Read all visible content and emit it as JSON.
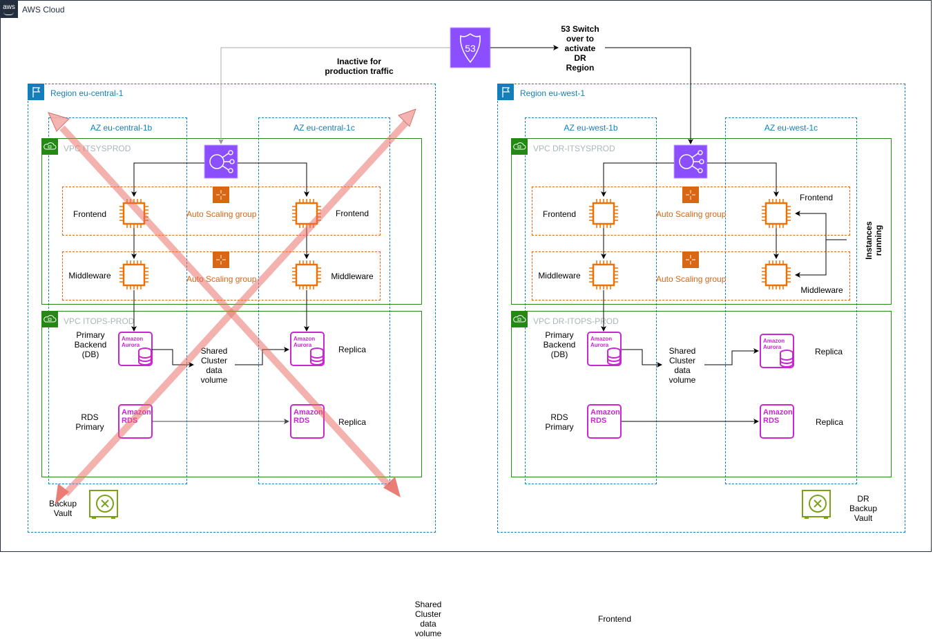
{
  "cloud": {
    "title": "AWS Cloud",
    "logo_text": "aws"
  },
  "route53": {
    "icon_text": "53",
    "switch_note": "53 Switch\nover to\nactivate\nDR\nRegion",
    "inactive_note": "Inactive for\nproduction traffic"
  },
  "regions": [
    {
      "label": "Region eu-central-1",
      "azs": [
        "AZ eu-central-1b",
        "AZ eu-central-1c"
      ],
      "vpc_app": "VPC ITSYSPROD",
      "vpc_db": "VPC ITOPS-PROD",
      "asg_label": "Auto Scaling group",
      "frontend_left": "Frontend",
      "frontend_right": "Frontend",
      "middleware_left": "Middleware",
      "middleware_right": "Middleware",
      "primary_backend": "Primary\nBackend\n(DB)",
      "shared_volume": "Shared\nCluster\ndata\nvolume",
      "aurora_replica": "Replica",
      "rds_primary": "RDS\nPrimary",
      "rds_replica": "Replica",
      "backup_vault": "Backup\nVault",
      "status": "inactive"
    },
    {
      "label": "Region eu-west-1",
      "azs": [
        "AZ eu-west-1b",
        "AZ eu-west-1c"
      ],
      "vpc_app": "VPC DR-ITSYSPROD",
      "vpc_db": "VPC DR-ITOPS-PROD",
      "asg_label": "Auto Scaling group",
      "frontend_left": "Frontend",
      "frontend_right": "Frontend",
      "middleware_left": "Middleware",
      "middleware_right": "Middleware",
      "primary_backend": "Primary\nBackend\n(DB)",
      "shared_volume": "Shared\nCluster\ndata\nvolume",
      "aurora_replica": "Replica",
      "rds_primary": "RDS\nPrimary",
      "rds_replica": "Replica",
      "backup_vault": "DR\nBackup\nVault",
      "instances_note": "Instances\nrunning",
      "status": "active"
    }
  ],
  "icons": {
    "aurora_line1": "Amazon",
    "aurora_line2": "Aurora",
    "rds_line1": "Amazon",
    "rds_line2": "RDS"
  },
  "stray_labels": {
    "shared_volume": "Shared\nCluster\ndata\nvolume",
    "frontend": "Frontend"
  },
  "colors": {
    "aws_dark": "#232f3e",
    "region_blue": "#147eba",
    "vpc_green": "#248814",
    "asg_orange": "#d86613",
    "ec2_orange": "#ed7100",
    "db_magenta": "#c925d1",
    "network_purple": "#8c4fff",
    "vault_green": "#7aa116",
    "cross_red": "#e7675f"
  }
}
